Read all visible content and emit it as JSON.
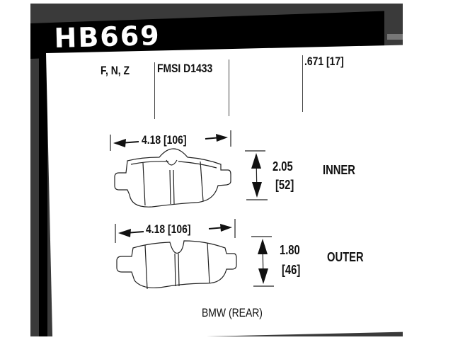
{
  "part_number": "HB669",
  "header": {
    "compounds": "F, N, Z",
    "fmsi": "FMSI D1433",
    "thickness": ".671 [17]"
  },
  "pads": [
    {
      "position": "INNER",
      "width": "4.18 [106]",
      "height_in": "2.05",
      "height_mm": "[52]"
    },
    {
      "position": "OUTER",
      "width": "4.18 [106]",
      "height_in": "1.80",
      "height_mm": "[46]"
    }
  ],
  "application": "BMW (REAR)",
  "colors": {
    "header_black": "#000000",
    "frame_dark": "#3a3a3a",
    "ink": "#111111"
  }
}
